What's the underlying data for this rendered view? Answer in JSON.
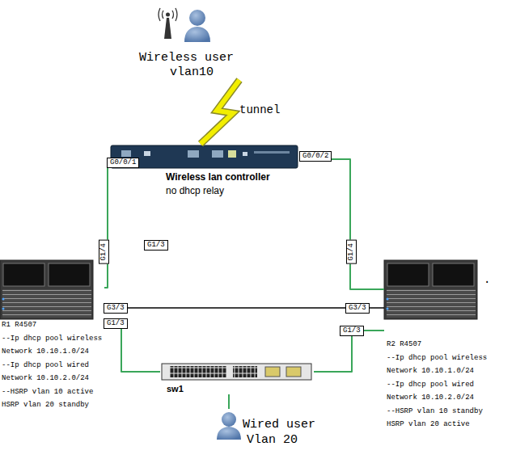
{
  "diagram": {
    "nodes": [
      {
        "text": [
          "Wireless user",
          "vlan10"
        ]
      },
      {
        "text": [
          "Wireless lan controller",
          "no dhcp relay"
        ]
      },
      {
        "text": [
          "R1 R4507",
          "--Ip dhcp pool wireless",
          "Network 10.10.1.0/24",
          "--Ip dhcp pool wired",
          "Network 10.10.2.0/24",
          "--HSRP vlan 10 active",
          "HSRP vlan 20 standby"
        ]
      },
      {
        "text": [
          "R2 R4507",
          "--Ip dhcp pool wireless",
          "Network 10.10.1.0/24",
          "--Ip dhcp pool wired",
          "Network 10.10.2.0/24",
          "--HSRP vlan 10 standby",
          "HSRP vlan 20 active"
        ]
      },
      {
        "text": [
          "sw1"
        ]
      },
      {
        "text": [
          "Wired user",
          "Vlan 20"
        ]
      }
    ],
    "edges": [
      {
        "from": 0,
        "to": 1,
        "label": "tunnel",
        "arrow": "none"
      },
      {
        "from": 1,
        "to": 2,
        "arrow": "none"
      },
      {
        "from": 1,
        "to": 3,
        "arrow": "none"
      },
      {
        "from": 2,
        "to": 3,
        "arrow": "none"
      },
      {
        "from": 2,
        "to": 4,
        "arrow": "none"
      },
      {
        "from": 3,
        "to": 4,
        "arrow": "none"
      },
      {
        "from": 4,
        "to": 5,
        "arrow": "none"
      }
    ],
    "labels": [
      "G0/0/1",
      "G0/0/2",
      "G1/4",
      "G1/3",
      "G1/4",
      "G3/3",
      "G3/3",
      "G1/3",
      "G1/3",
      "."
    ]
  }
}
